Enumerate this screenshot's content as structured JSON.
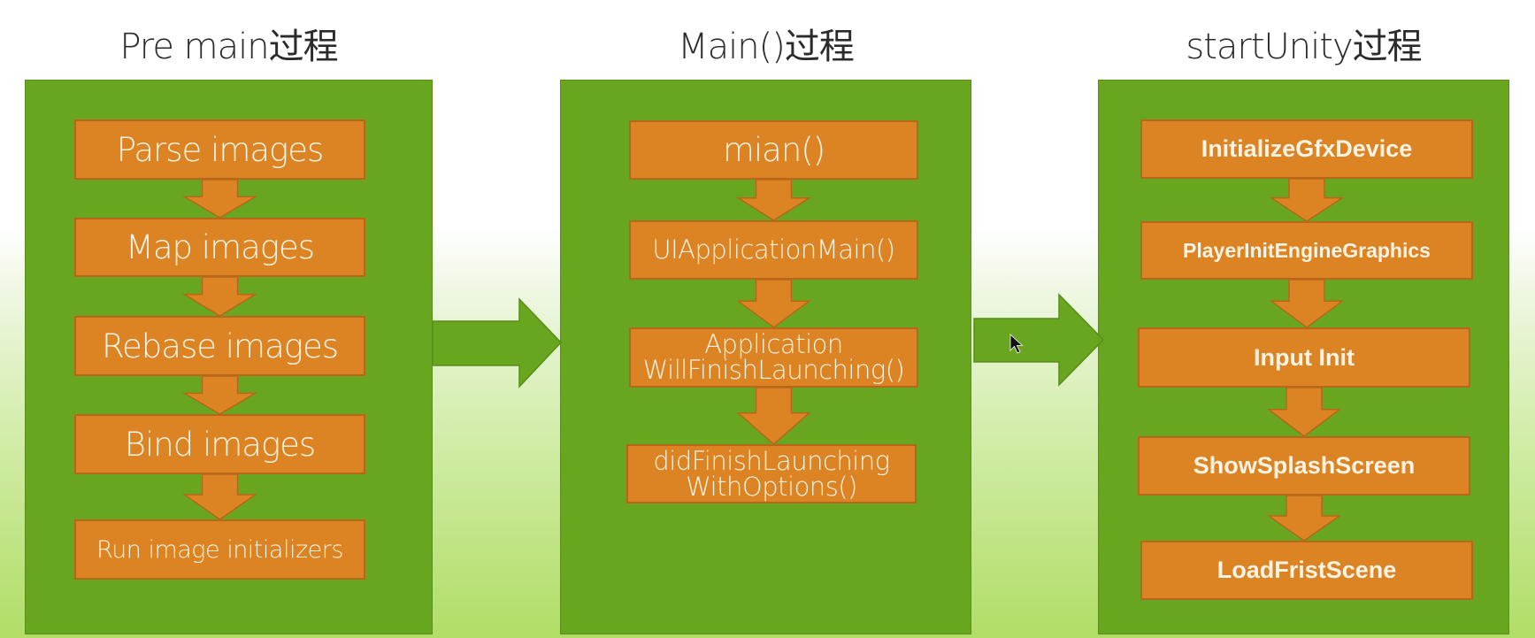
{
  "columns": [
    {
      "title": "Pre main过程",
      "steps": [
        "Parse images",
        "Map images",
        "Rebase images",
        "Bind images",
        "Run image initializers"
      ]
    },
    {
      "title": "Main()过程",
      "steps": [
        "mian()",
        "UIApplicationMain()",
        "Application\nWillFinishLaunching()",
        "didFinishLaunching\nWithOptions()"
      ]
    },
    {
      "title": "startUnity过程",
      "steps": [
        "InitializeGfxDevice",
        "PlayerInitEngineGraphics",
        "Input Init",
        "ShowSplashScreen",
        "LoadFristScene"
      ]
    }
  ],
  "colors": {
    "panel_green": "#68a61f",
    "step_orange": "#dc8423",
    "step_border": "#b7661a",
    "step_text": "#fbf3e4",
    "title_text": "#2b2b2b"
  }
}
